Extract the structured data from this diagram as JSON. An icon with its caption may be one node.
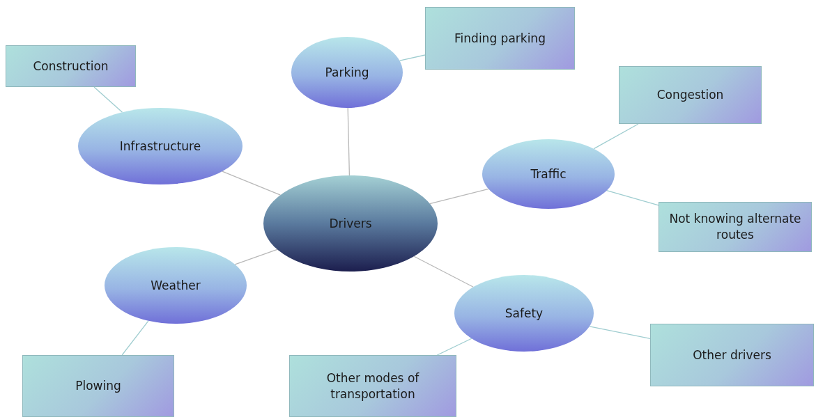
{
  "diagram": {
    "nodes": [
      {
        "text": [
          "Drivers"
        ]
      },
      {
        "text": [
          "Parking"
        ]
      },
      {
        "text": [
          "Infrastructure"
        ]
      },
      {
        "text": [
          "Traffic"
        ]
      },
      {
        "text": [
          "Weather"
        ]
      },
      {
        "text": [
          "Safety"
        ]
      },
      {
        "text": [
          "Finding parking"
        ]
      },
      {
        "text": [
          "Construction"
        ]
      },
      {
        "text": [
          "Congestion"
        ]
      },
      {
        "text": [
          "Not knowing alternate routes"
        ]
      },
      {
        "text": [
          "Plowing"
        ]
      },
      {
        "text": [
          "Other modes of transportation"
        ]
      },
      {
        "text": [
          "Other drivers"
        ]
      }
    ],
    "edges": [
      {
        "from": 0,
        "to": 1,
        "arrow": "none",
        "color": "#b8b8b8"
      },
      {
        "from": 0,
        "to": 2,
        "arrow": "none",
        "color": "#b8b8b8"
      },
      {
        "from": 0,
        "to": 3,
        "arrow": "none",
        "color": "#b8b8b8"
      },
      {
        "from": 0,
        "to": 4,
        "arrow": "none",
        "color": "#b8b8b8"
      },
      {
        "from": 0,
        "to": 5,
        "arrow": "none",
        "color": "#b8b8b8"
      },
      {
        "from": 1,
        "to": 6,
        "arrow": "none"
      },
      {
        "from": 2,
        "to": 7,
        "arrow": "none"
      },
      {
        "from": 3,
        "to": 8,
        "arrow": "none"
      },
      {
        "from": 3,
        "to": 9,
        "arrow": "none"
      },
      {
        "from": 4,
        "to": 10,
        "arrow": "none"
      },
      {
        "from": 5,
        "to": 11,
        "arrow": "none"
      },
      {
        "from": 5,
        "to": 12,
        "arrow": "none"
      }
    ]
  }
}
